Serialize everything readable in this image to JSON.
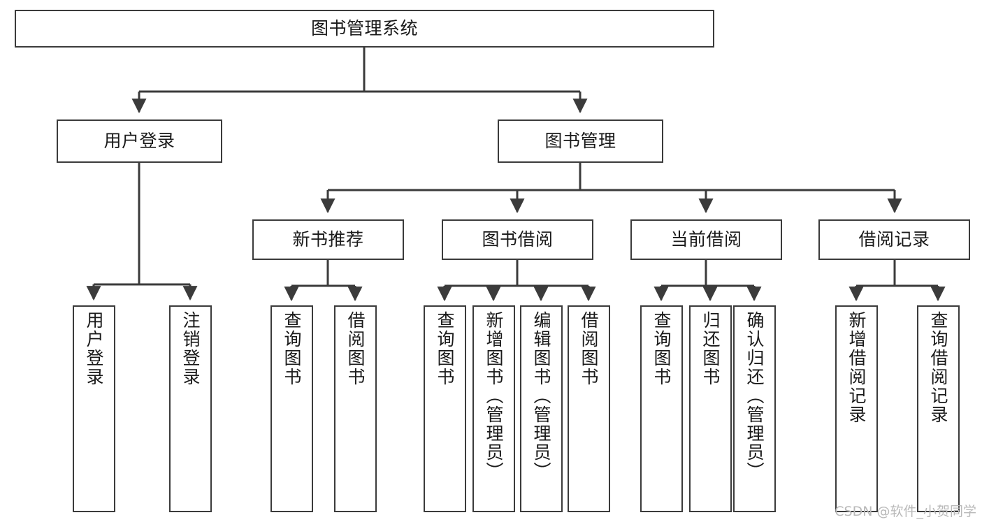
{
  "diagram": {
    "type": "tree",
    "title": "图书管理系统",
    "watermark": "CSDN @软件_小贺同学",
    "root": {
      "label": "图书管理系统"
    },
    "level2": [
      {
        "label": "用户登录"
      },
      {
        "label": "图书管理"
      }
    ],
    "level3": [
      {
        "label": "新书推荐"
      },
      {
        "label": "图书借阅"
      },
      {
        "label": "当前借阅"
      },
      {
        "label": "借阅记录"
      }
    ],
    "leaves": {
      "user_login": [
        {
          "label": "用户登录"
        },
        {
          "label": "注销登录"
        }
      ],
      "new_book_recommend": [
        {
          "label": "查询图书"
        },
        {
          "label": "借阅图书"
        }
      ],
      "book_borrow": [
        {
          "label": "查询图书"
        },
        {
          "label": "新增图书（管理员）"
        },
        {
          "label": "编辑图书（管理员）"
        },
        {
          "label": "借阅图书"
        }
      ],
      "current_borrow": [
        {
          "label": "查询图书"
        },
        {
          "label": "归还图书"
        },
        {
          "label": "确认归还（管理员）"
        }
      ],
      "borrow_records": [
        {
          "label": "新增借阅记录"
        },
        {
          "label": "查询借阅记录"
        }
      ]
    },
    "colors": {
      "stroke": "#3b3b3b",
      "fill": "#ffffff",
      "text": "#1a1a1a",
      "watermark": "#b9b9b9"
    }
  }
}
